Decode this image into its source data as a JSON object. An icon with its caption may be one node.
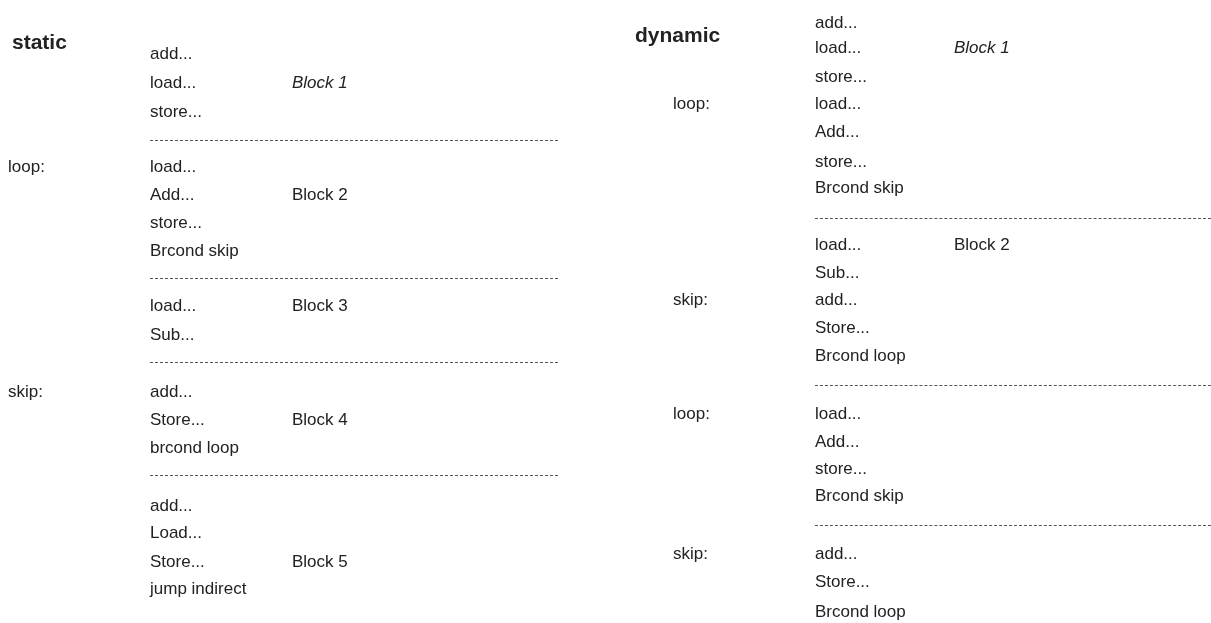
{
  "diagram": {
    "labels": [
      "static",
      "add...",
      "load...",
      "Block 1",
      "store...",
      "loop:",
      "load...",
      "Add...",
      "Block 2",
      "store...",
      "Brcond skip",
      "load...",
      "Block 3",
      "Sub...",
      "skip:",
      "add...",
      "Store...",
      "Block 4",
      "brcond loop",
      "add...",
      "Load...",
      "Store...",
      "Block 5",
      "jump indirect",
      "dynamic",
      "add...",
      "load...",
      "Block 1",
      "store...",
      "loop:",
      "load...",
      "Add...",
      "store...",
      "Brcond skip",
      "load...",
      "Block 2",
      "Sub...",
      "skip:",
      "add...",
      "Store...",
      "Brcond loop",
      "loop:",
      "load...",
      "Add...",
      "store...",
      "Brcond skip",
      "skip:",
      "add...",
      "Store...",
      "Brcond loop"
    ]
  }
}
